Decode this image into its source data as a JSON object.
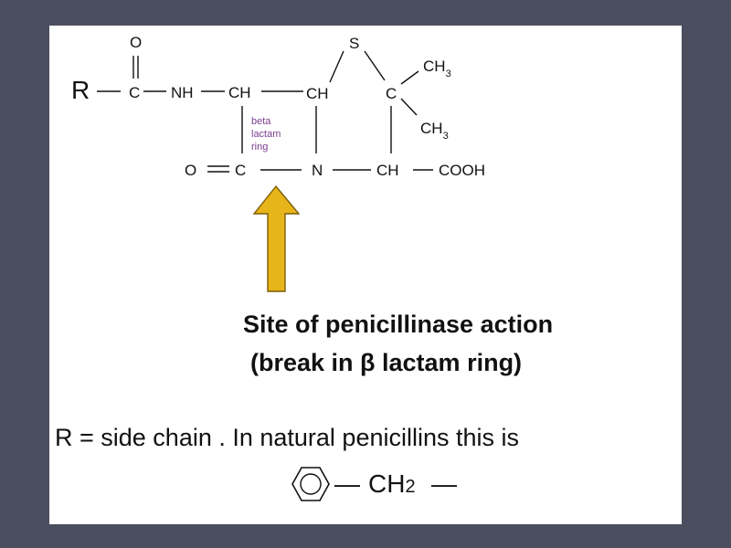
{
  "diagram": {
    "atoms": {
      "R": "R",
      "O_top": "O",
      "C_carbonyl": "C",
      "NH": "NH",
      "CH_alpha": "CH",
      "CH_beta": "CH",
      "S": "S",
      "C_gem": "C",
      "CH3_upper": "CH",
      "CH3_lower": "CH",
      "O_lactam": "O",
      "C_lactam": "C",
      "N": "N",
      "CH_carboxy": "CH",
      "COOH": "COOH"
    },
    "subscripts": {
      "CH3_upper": "3",
      "CH3_lower": "3",
      "CH2": "2"
    },
    "ring_label": [
      "beta",
      "lactam",
      "ring"
    ],
    "caption_line1": "Site of penicillinase action",
    "caption_line2": "(break in β lactam ring)",
    "r_definition": "R =  side chain . In natural penicillins this is",
    "benzyl_group": {
      "ch2_label": "CH",
      "dash_left": "—",
      "dash_right": "—"
    },
    "colors": {
      "background": "#4b4e5f",
      "arrow_fill": "#e7b41a",
      "arrow_stroke": "#7a5c08",
      "ring_label": "#7a3d8f"
    }
  }
}
